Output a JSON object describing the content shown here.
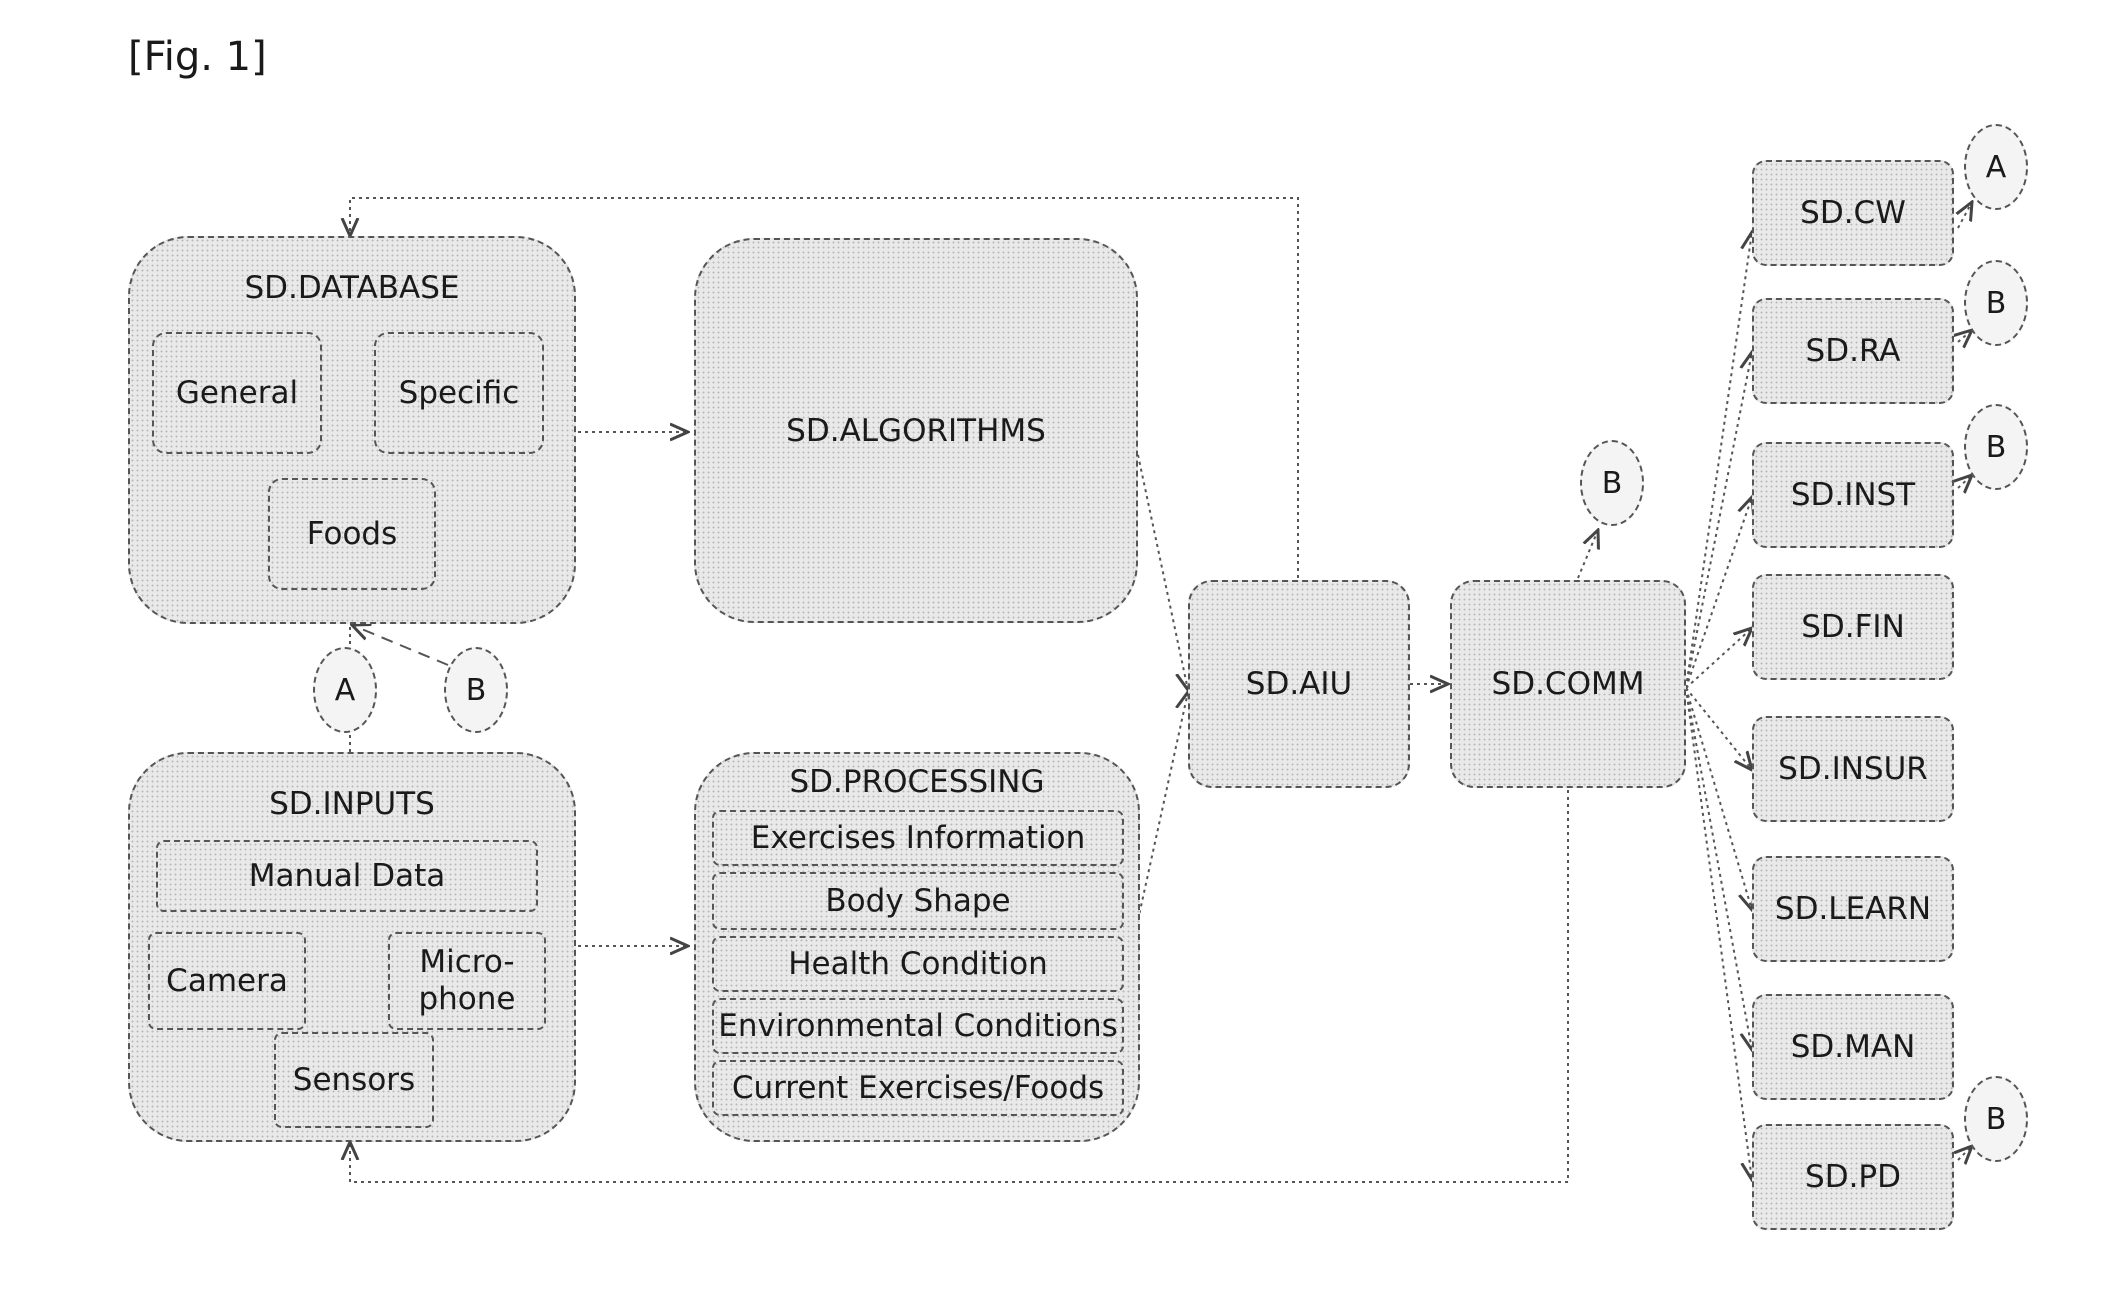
{
  "figure_label": "[Fig. 1]",
  "database": {
    "title": "SD.DATABASE",
    "general": "General",
    "specific": "Specific",
    "foods": "Foods"
  },
  "algorithms": "SD.ALGORITHMS",
  "inputs": {
    "title": "SD.INPUTS",
    "manual": "Manual Data",
    "camera": "Camera",
    "micro_line1": "Micro-",
    "micro_line2": "phone",
    "sensors": "Sensors"
  },
  "processing": {
    "title": "SD.PROCESSING",
    "items": [
      "Exercises Information",
      "Body Shape",
      "Health Condition",
      "Environmental Conditions",
      "Current Exercises/Foods"
    ]
  },
  "aiu": "SD.AIU",
  "comm": "SD.COMM",
  "connectors": {
    "a": "A",
    "b": "B"
  },
  "outputs": [
    "SD.CW",
    "SD.RA",
    "SD.INST",
    "SD.FIN",
    "SD.INSUR",
    "SD.LEARN",
    "SD.MAN",
    "SD.PD"
  ]
}
